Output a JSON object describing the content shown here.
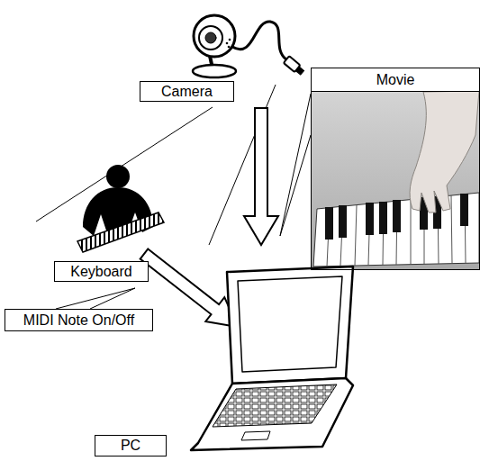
{
  "diagram": {
    "nodes": [
      {
        "text": [
          "Camera"
        ]
      },
      {
        "text": [
          "Movie"
        ]
      },
      {
        "text": [
          "Keyboard"
        ]
      },
      {
        "text": [
          "MIDI Note On/Off"
        ]
      },
      {
        "text": [
          "PC"
        ]
      }
    ]
  }
}
